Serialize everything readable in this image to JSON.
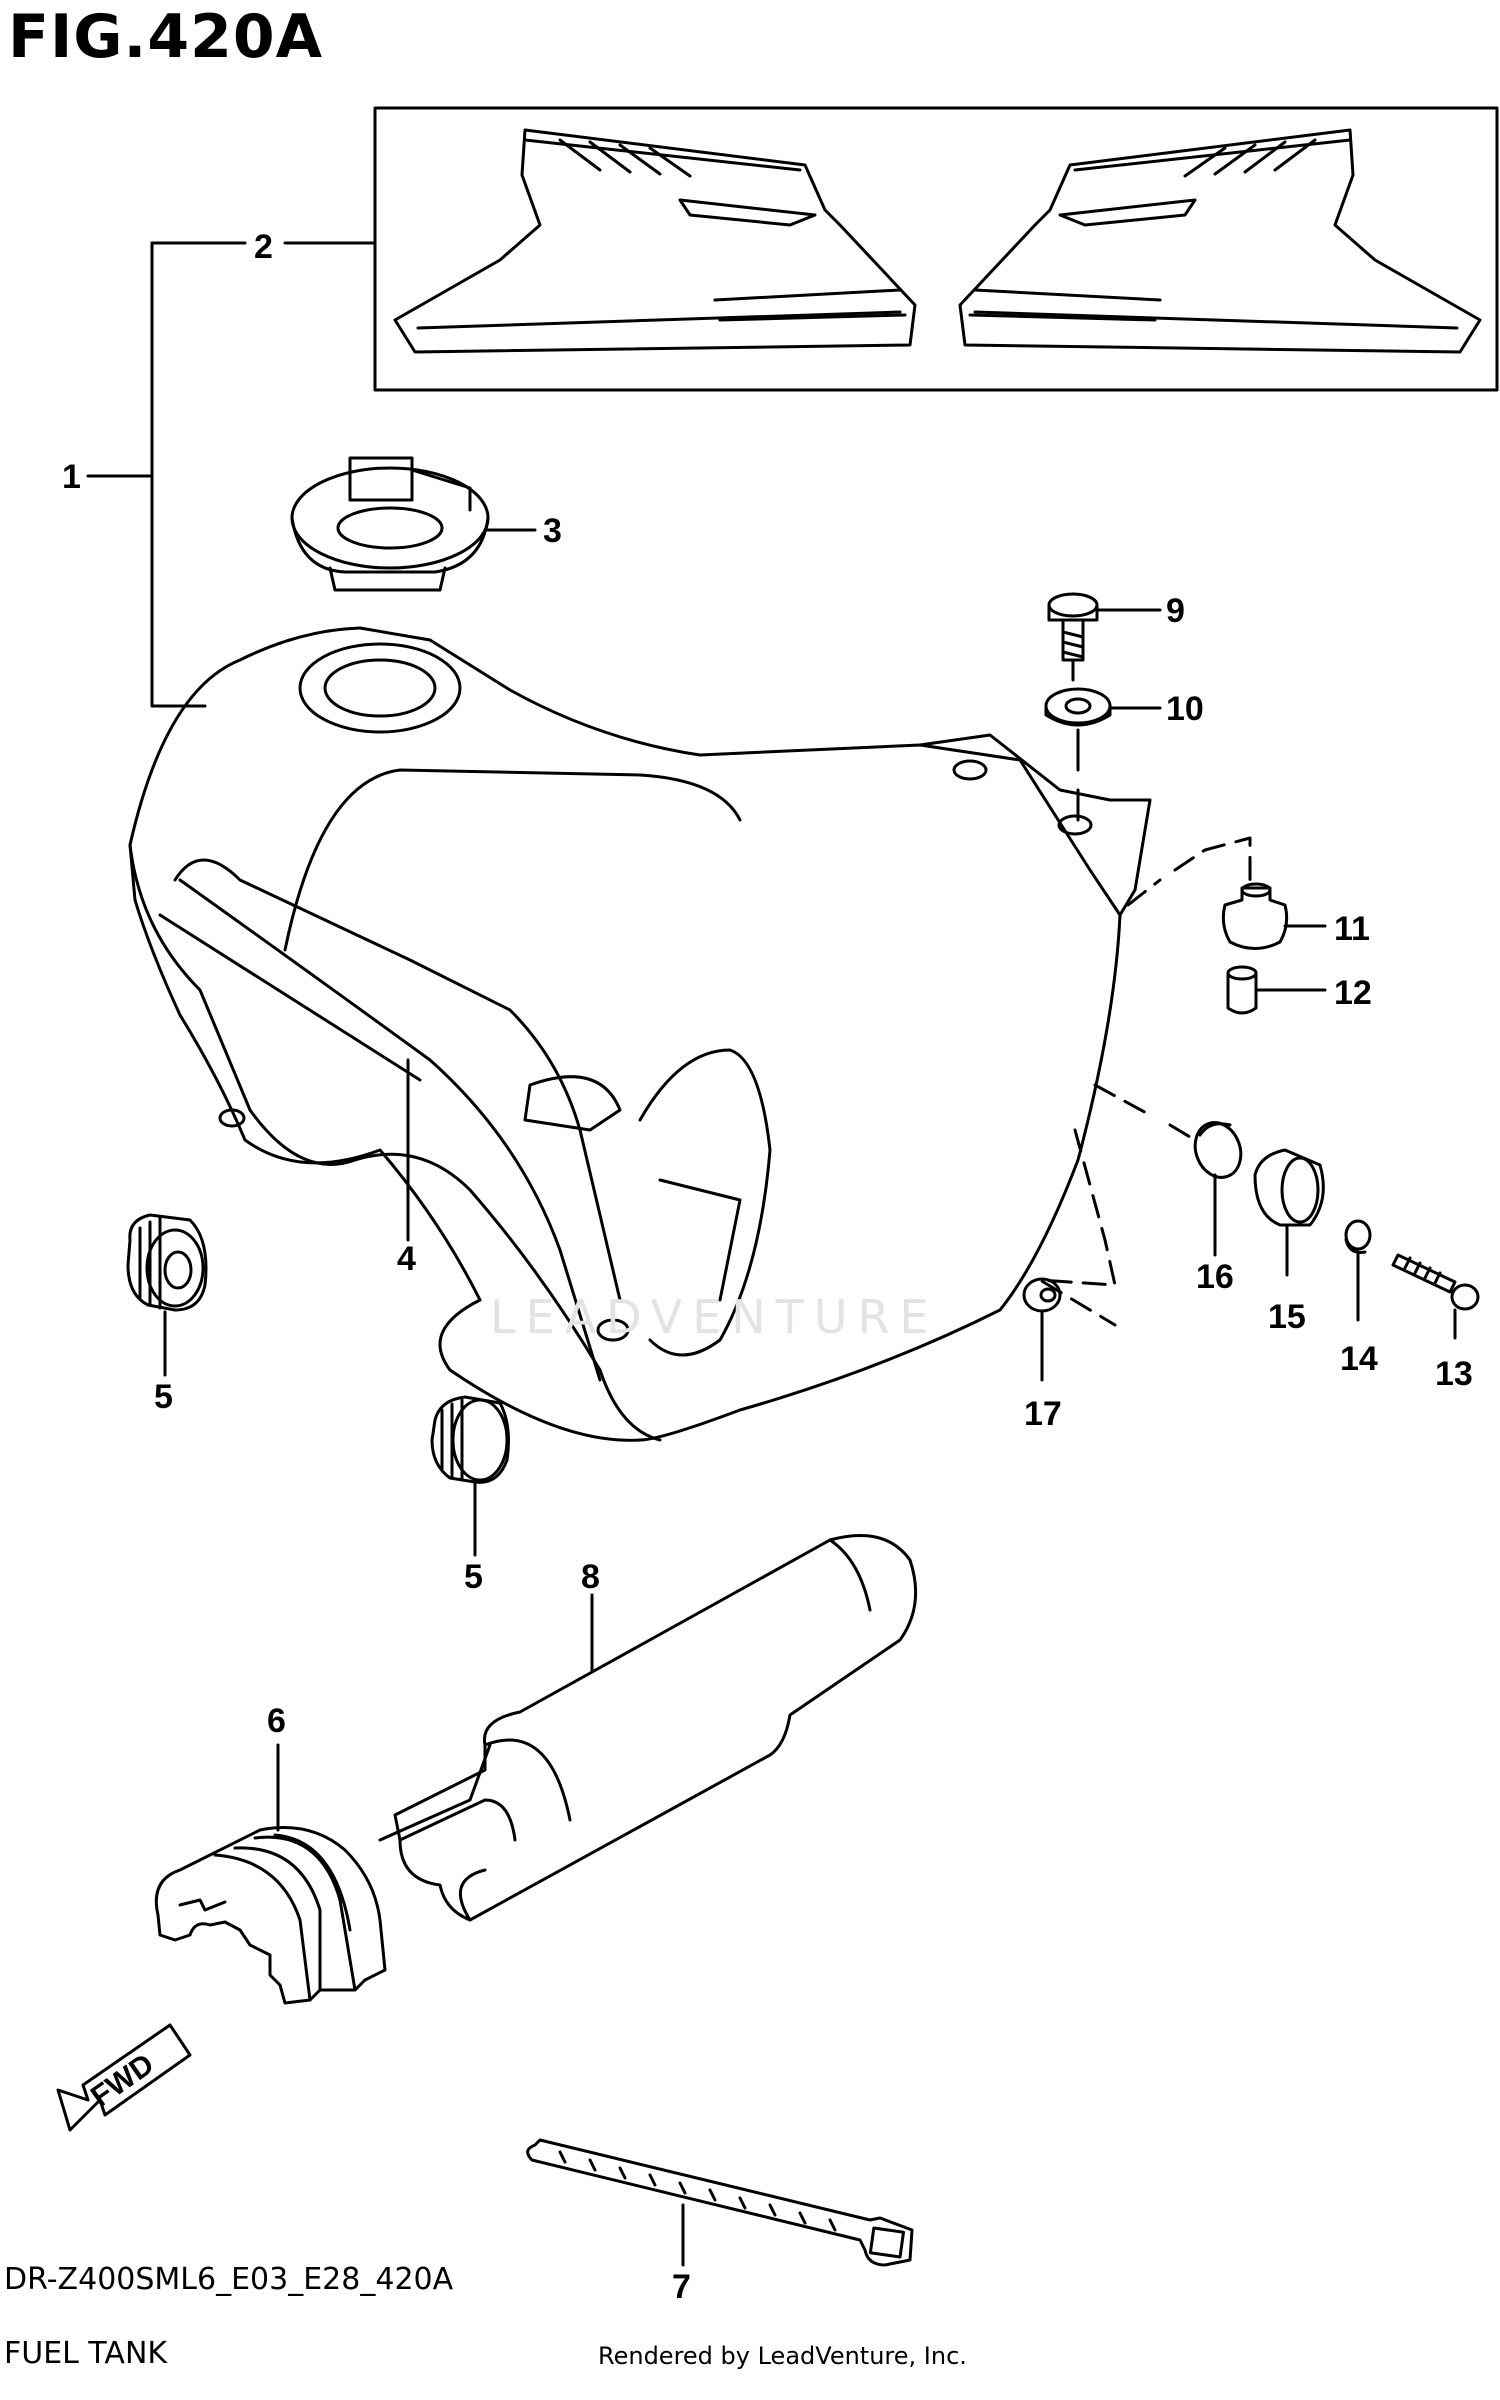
{
  "figure": {
    "title": "FIG.420A",
    "model_code": "DR-Z400SML6_E03_E28_420A",
    "name": "FUEL TANK",
    "rendered_by": "Rendered by LeadVenture, Inc.",
    "watermark": "LEADVENTURE"
  },
  "direction_label": "FWD",
  "callouts": [
    {
      "label": "1"
    },
    {
      "label": "2"
    },
    {
      "label": "3"
    },
    {
      "label": "4"
    },
    {
      "label": "5"
    },
    {
      "label": "5"
    },
    {
      "label": "6"
    },
    {
      "label": "7"
    },
    {
      "label": "8"
    },
    {
      "label": "9"
    },
    {
      "label": "10"
    },
    {
      "label": "11"
    },
    {
      "label": "12"
    },
    {
      "label": "13"
    },
    {
      "label": "14"
    },
    {
      "label": "15"
    },
    {
      "label": "16"
    },
    {
      "label": "17"
    }
  ]
}
